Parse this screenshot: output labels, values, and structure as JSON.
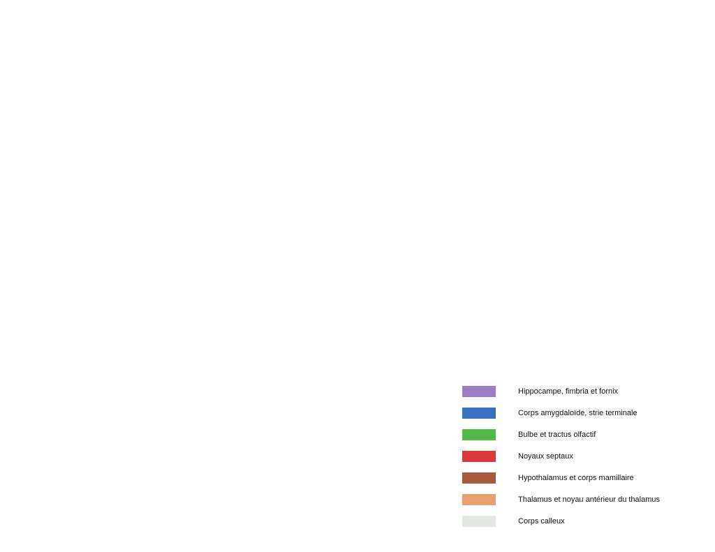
{
  "legend": [
    {
      "label": "Hippocampe, fimbria et fornix",
      "color": "#9a7ec4"
    },
    {
      "label": "Corps amygdaloïde, strie terminale",
      "color": "#3a6fc0"
    },
    {
      "label": "Bulbe et tractus olfactif",
      "color": "#52b84a"
    },
    {
      "label": "Noyaux septaux",
      "color": "#d83a3a"
    },
    {
      "label": "Hypothalamus et corps mamillaire",
      "color": "#a8583a"
    },
    {
      "label": "Thalamus et noyau antérieur du thalamus",
      "color": "#e9a070"
    },
    {
      "label": "Corps calleux",
      "color": "#e4e8e2"
    }
  ]
}
